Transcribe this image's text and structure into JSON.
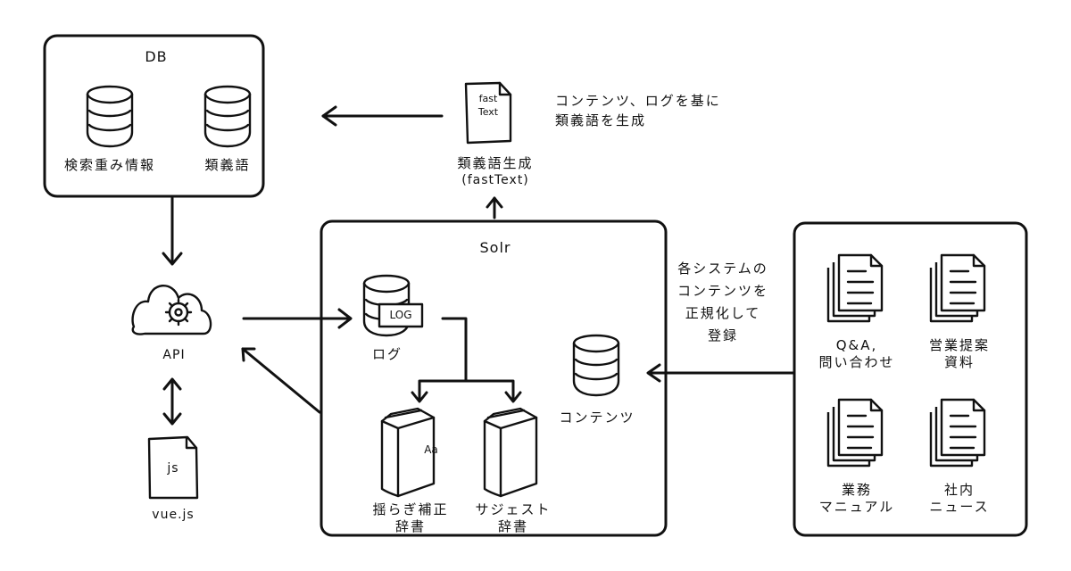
{
  "db_box": {
    "title": "DB",
    "items": [
      {
        "label": "検索重み情報",
        "icon": "database-icon"
      },
      {
        "label": "類義語",
        "icon": "database-icon"
      }
    ]
  },
  "fasttext": {
    "icon_text_line1": "fast",
    "icon_text_line2": "Text",
    "label_line1": "類義語生成",
    "label_line2": "(fastText)",
    "note_line1": "コンテンツ、ログを基に",
    "note_line2": "類義語を生成"
  },
  "api": {
    "label": "API",
    "icon": "cloud-gear-icon"
  },
  "frontend": {
    "icon_text": "js",
    "label": "vue.js",
    "icon": "file-icon"
  },
  "solr_box": {
    "title": "Solr",
    "log": {
      "badge": "LOG",
      "label": "ログ"
    },
    "contents": {
      "label": "コンテンツ"
    },
    "dict_fuzzy": {
      "cover_text": "Aa",
      "label_line1": "揺らぎ補正",
      "label_line2": "辞書"
    },
    "dict_suggest": {
      "label_line1": "サジェスト",
      "label_line2": "辞書"
    }
  },
  "ingest_note": {
    "lines": [
      "各システムの",
      "コンテンツを",
      "正規化して",
      "登録"
    ]
  },
  "sources_box": {
    "items": [
      {
        "line1": "Q&A,",
        "line2": "問い合わせ"
      },
      {
        "line1": "営業提案",
        "line2": "資料"
      },
      {
        "line1": "業務",
        "line2": "マニュアル"
      },
      {
        "line1": "社内",
        "line2": "ニュース"
      }
    ]
  }
}
